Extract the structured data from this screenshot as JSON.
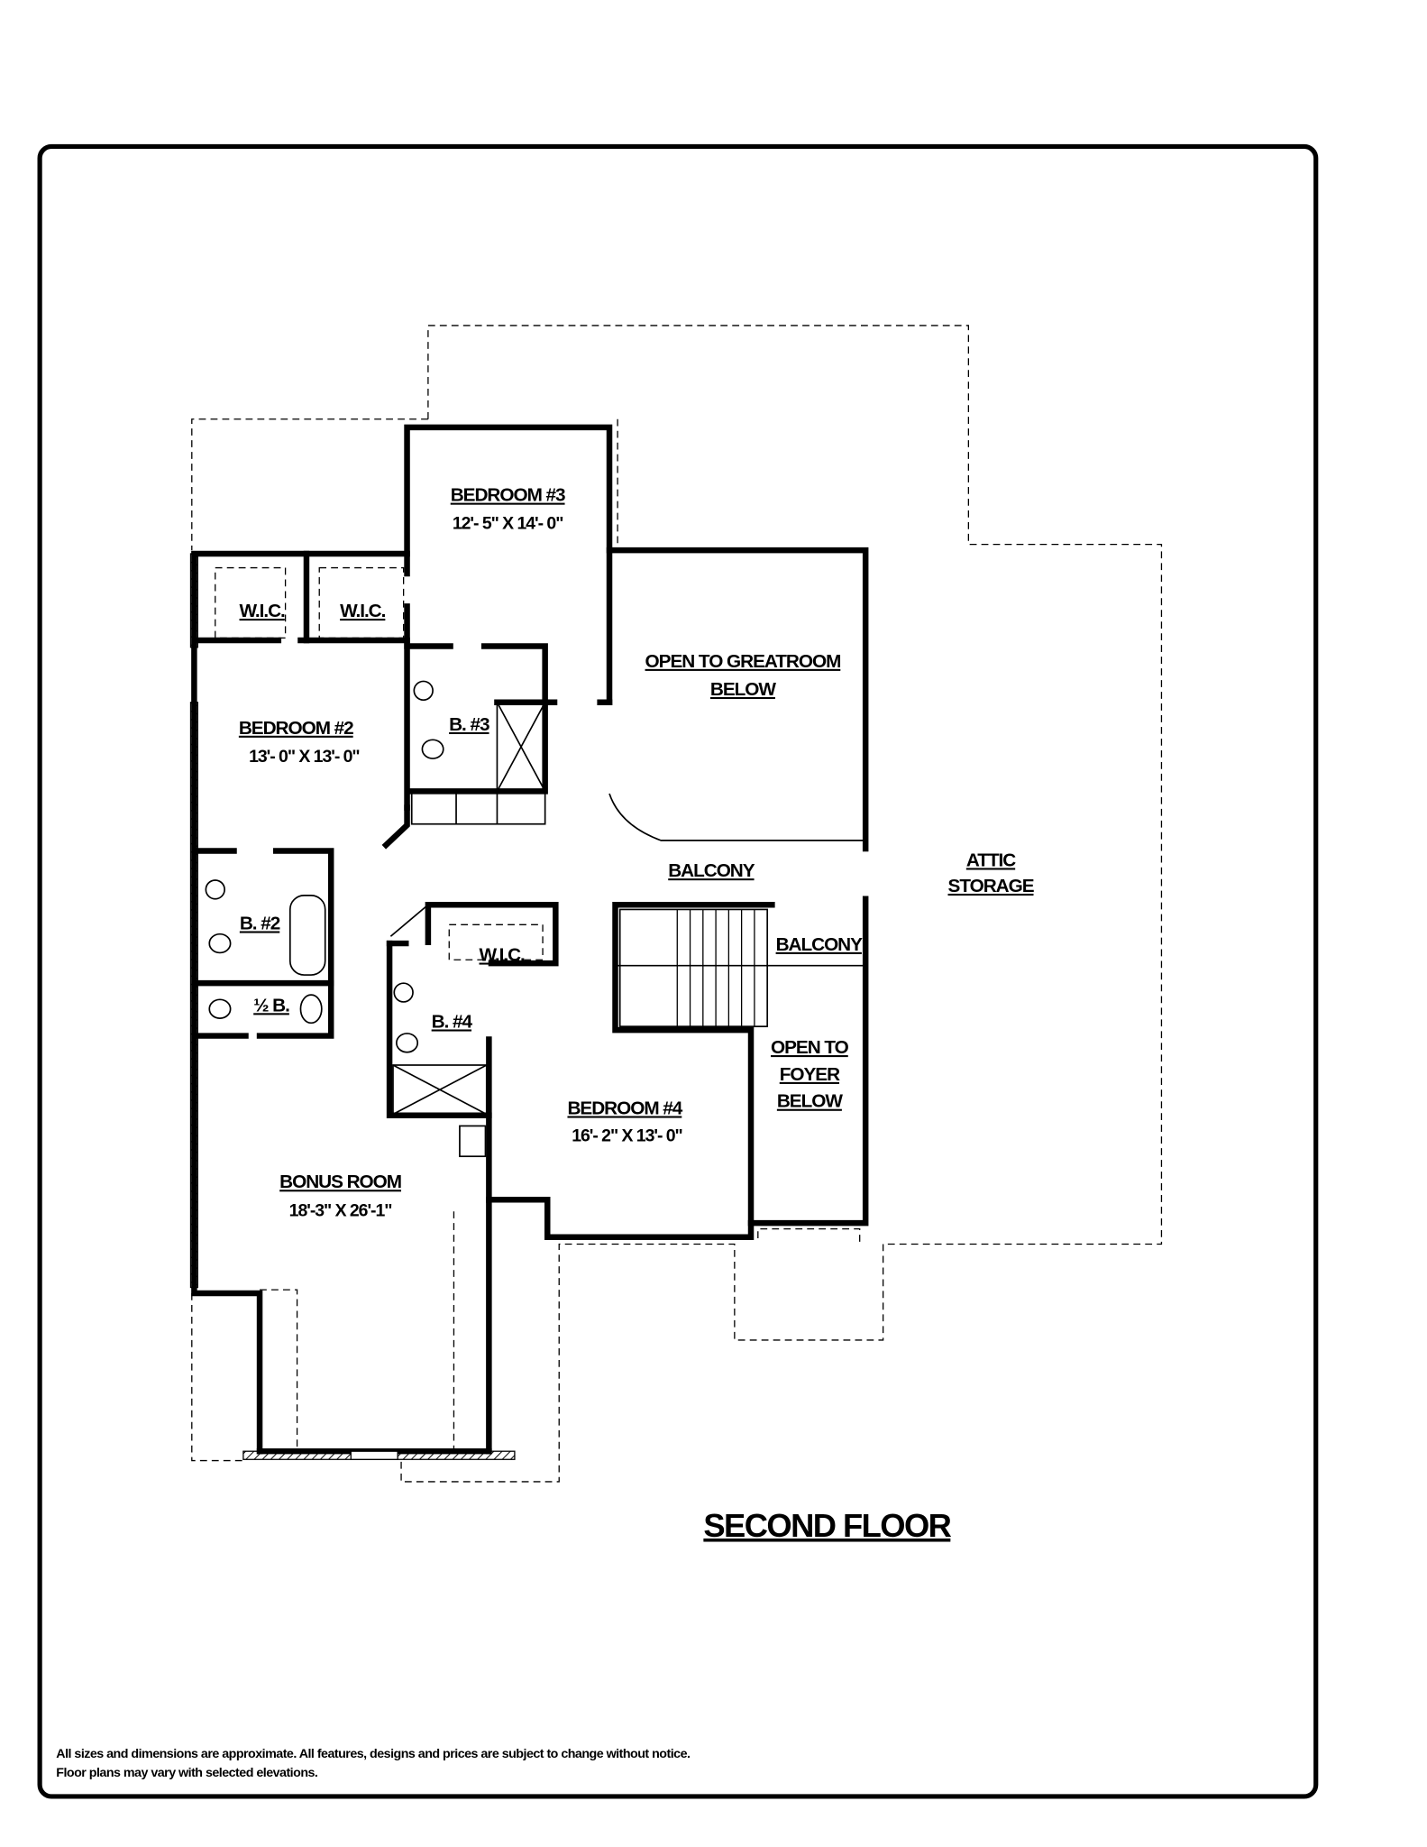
{
  "plan": {
    "title": "SECOND FLOOR",
    "rooms": {
      "bedroom3": {
        "name": "BEDROOM #3",
        "size": "12'- 5\" X 14'- 0\""
      },
      "bedroom2": {
        "name": "BEDROOM #2",
        "size": "13'- 0\" X 13'- 0\""
      },
      "bedroom4": {
        "name": "BEDROOM #4",
        "size": "16'- 2\" X 13'- 0\""
      },
      "bonus": {
        "name": "BONUS ROOM",
        "size": "18'-3\" X 26'-1\""
      },
      "wic1": "W.I.C.",
      "wic2": "W.I.C.",
      "wic3": "W.I.C.",
      "bath3": "B. #3",
      "bath2": "B. #2",
      "halfbath": "½ B.",
      "bath4": "B. #4",
      "greatroom": [
        "OPEN TO GREATROOM",
        "BELOW"
      ],
      "balcony1": "BALCONY",
      "balcony2": "BALCONY",
      "foyer": [
        "OPEN TO",
        "FOYER",
        "BELOW"
      ],
      "attic": [
        "ATTIC",
        "STORAGE"
      ]
    }
  },
  "footer": {
    "line1": "All sizes and dimensions are approximate. All features, designs and prices are subject to change without notice.",
    "line2": "Floor plans may vary with selected elevations."
  }
}
